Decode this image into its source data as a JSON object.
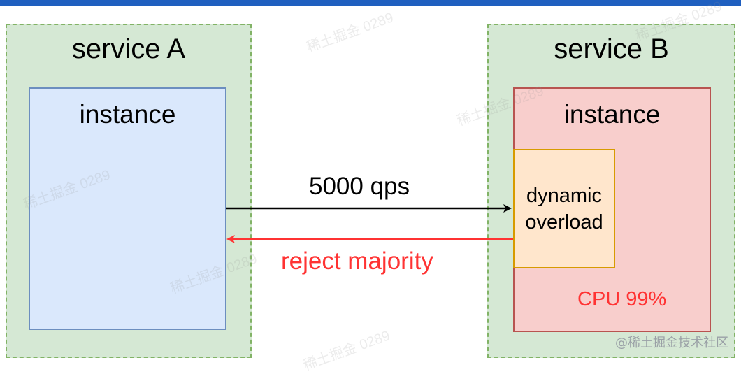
{
  "service_a": {
    "title": "service A",
    "instance_label": "instance"
  },
  "service_b": {
    "title": "service B",
    "instance_label": "instance",
    "overload_label": "dynamic overload",
    "cpu_label": "CPU 99%"
  },
  "request_arrow": {
    "label": "5000 qps"
  },
  "reject_arrow": {
    "label": "reject majority"
  },
  "watermark": "稀土掘金 0289",
  "credit": "@稀土掘金技术社区",
  "colors": {
    "top_bar": "#1f5fbf",
    "service_fill": "#d5e8d4",
    "service_border": "#82b366",
    "instance_a_fill": "#dae8fc",
    "instance_a_border": "#6c8ebf",
    "instance_b_fill": "#f8cecc",
    "instance_b_border": "#b85450",
    "overload_fill": "#ffe6cc",
    "overload_border": "#d79b00",
    "reject_color": "#ff3333"
  }
}
